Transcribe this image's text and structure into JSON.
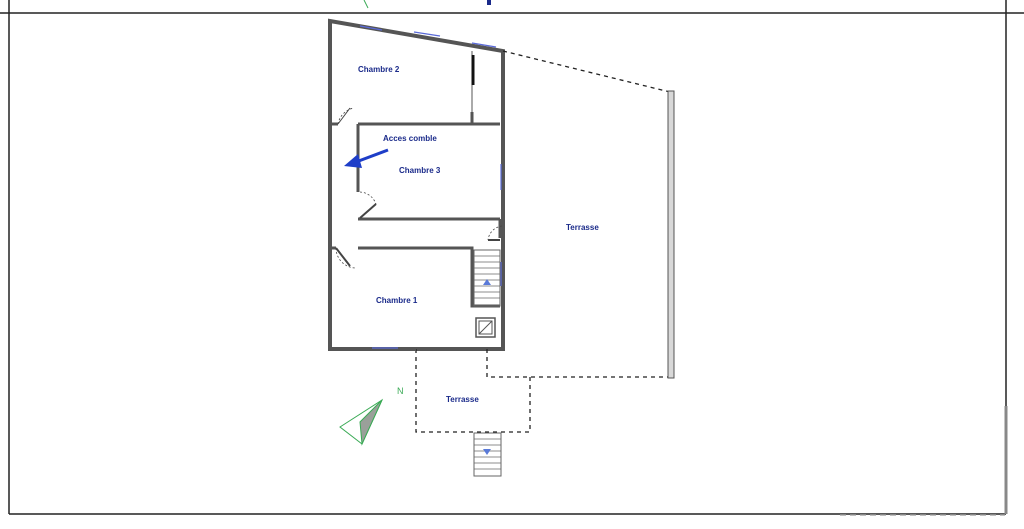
{
  "rooms": {
    "chambre2": "Chambre 2",
    "acces_comble": "Acces comble",
    "chambre3": "Chambre 3",
    "chambre1": "Chambre 1",
    "terrasse_main": "Terrasse",
    "terrasse_small": "Terrasse"
  },
  "compass": {
    "label": "N"
  },
  "colors": {
    "label": "#1a2a8a",
    "arrow": "#1e3ec8",
    "compass": "#3aaa55",
    "wall": "#555555"
  }
}
